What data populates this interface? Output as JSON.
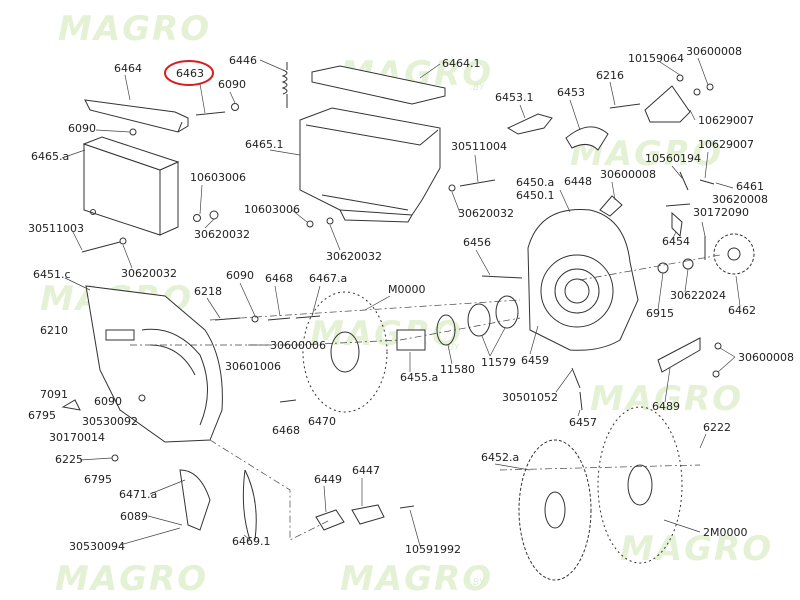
{
  "watermark": {
    "brand": "MAGRO",
    "suffix": ".BY"
  },
  "highlight_color": "#d81f1f",
  "highlighted_label": "6463",
  "labels": {
    "l6464": "6464",
    "l6463": "6463",
    "l6090a": "6090",
    "l6090b": "6090",
    "l6446": "6446",
    "l6464_1": "6464.1",
    "l10159064": "10159064",
    "l30600008a": "30600008",
    "l6216": "6216",
    "l6453_1": "6453.1",
    "l6453": "6453",
    "l10629007a": "10629007",
    "l6465a": "6465.a",
    "l6465_1": "6465.1",
    "l30511004": "30511004",
    "l10560194": "10560194",
    "l10629007b": "10629007",
    "l6450a": "6450.a",
    "l6450_1": "6450.1",
    "l6448": "6448",
    "l30600008b": "30600008",
    "l6461": "6461",
    "l30620008": "30620008",
    "l10603006a": "10603006",
    "l10603006b": "10603006",
    "l30620032a": "30620032",
    "l30620032b": "30620032",
    "l30620032c": "30620032",
    "l30172090": "30172090",
    "l30511003": "30511003",
    "l30620032d": "30620032",
    "l6456": "6456",
    "l6454": "6454",
    "l6451c": "6451.c",
    "l6090c": "6090",
    "l6468a": "6468",
    "l6467a": "6467.a",
    "lM0000": "M0000",
    "l6218": "6218",
    "l6915": "6915",
    "l30622024": "30622024",
    "l6462": "6462",
    "l6210": "6210",
    "l30600006": "30600006",
    "l30601006": "30601006",
    "l6455a": "6455.a",
    "l11580": "11580",
    "l11579": "11579",
    "l6459": "6459",
    "l30600008c": "30600008",
    "l7091": "7091",
    "l6090d": "6090",
    "l6795a": "6795",
    "l30530092": "30530092",
    "l30170014": "30170014",
    "l6468b": "6468",
    "l6470": "6470",
    "l30501052": "30501052",
    "l6457": "6457",
    "l6489": "6489",
    "l6225": "6225",
    "l6222": "6222",
    "l6795b": "6795",
    "l6452a": "6452.a",
    "l6471a": "6471.a",
    "l6449": "6449",
    "l6447": "6447",
    "l6089": "6089",
    "l30530094": "30530094",
    "l6469_1": "6469.1",
    "l10591992": "10591992",
    "l2M0000": "2M0000"
  }
}
